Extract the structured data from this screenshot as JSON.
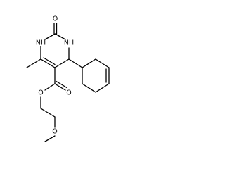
{
  "molecule": {
    "atoms": {
      "carbonyl_o": "O",
      "ring_nh_left": "NH",
      "ring_nh_right": "NH",
      "ester_o_single": "O",
      "ester_o_double": "O",
      "ether_o": "O"
    }
  }
}
